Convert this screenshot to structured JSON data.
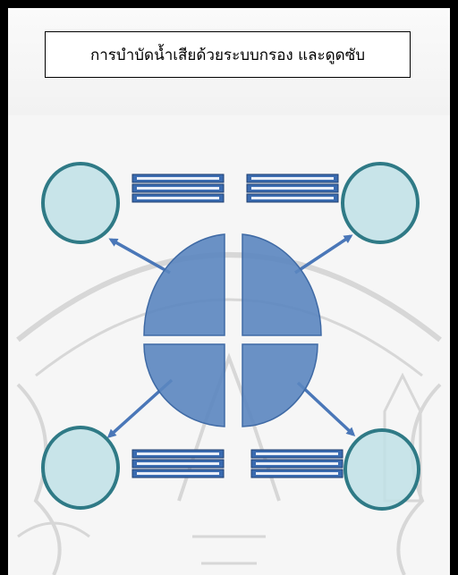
{
  "title": "การบำบัดน้ำเสียด้วยระบบกรอง และดูดซับ",
  "colors": {
    "circle_fill": "#bfe0e6",
    "circle_stroke": "#2f7a86",
    "quadrant_fill": "#5b86c0",
    "quadrant_stroke": "#3f6aa5",
    "arrow": "#4a77b8",
    "watermark": "#cfcfcf"
  },
  "nodes": [
    {
      "id": "top-left"
    },
    {
      "id": "top-right"
    },
    {
      "id": "bottom-left"
    },
    {
      "id": "bottom-right"
    }
  ]
}
